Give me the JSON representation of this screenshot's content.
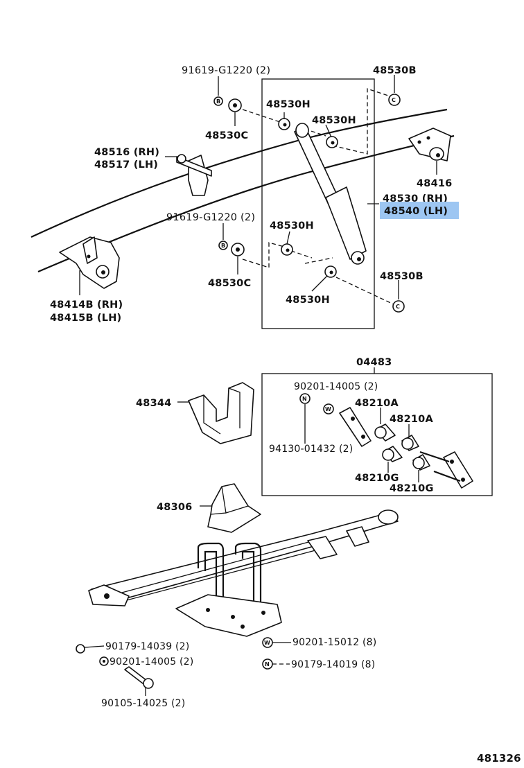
{
  "diagram": {
    "figure_number": "481326",
    "highlight_color": "#9dc6f2",
    "symbols": {
      "b": "B",
      "c": "C",
      "n": "N",
      "w": "W"
    },
    "labels": {
      "p91619_top": "91619-G1220 (2)",
      "p48530b_top": "48530B",
      "p48530h_1": "48530H",
      "p48530h_2": "48530H",
      "p48530c_top": "48530C",
      "p48516": "48516 (RH)",
      "p48517": "48517 (LH)",
      "p48416": "48416",
      "p48530rh": "48530 (RH)",
      "p48540lh": "48540 (LH)",
      "p91619_mid": "91619-G1220 (2)",
      "p48530h_3": "48530H",
      "p48530c_bot": "48530C",
      "p48530b_bot": "48530B",
      "p48530h_4": "48530H",
      "p48414b": "48414B (RH)",
      "p48415b": "48415B (LH)",
      "p04483": "04483",
      "p90201_14005_kit": "90201-14005 (2)",
      "p48210a_1": "48210A",
      "p48210a_2": "48210A",
      "p94130": "94130-01432 (2)",
      "p48210g_1": "48210G",
      "p48210g_2": "48210G",
      "p48344": "48344",
      "p48306": "48306",
      "p90179_14039": "90179-14039 (2)",
      "p90201_14005": "90201-14005 (2)",
      "p90105": "90105-14025 (2)",
      "p90201_15012": "90201-15012 (8)",
      "p90179_14019": "90179-14019 (8)"
    }
  }
}
